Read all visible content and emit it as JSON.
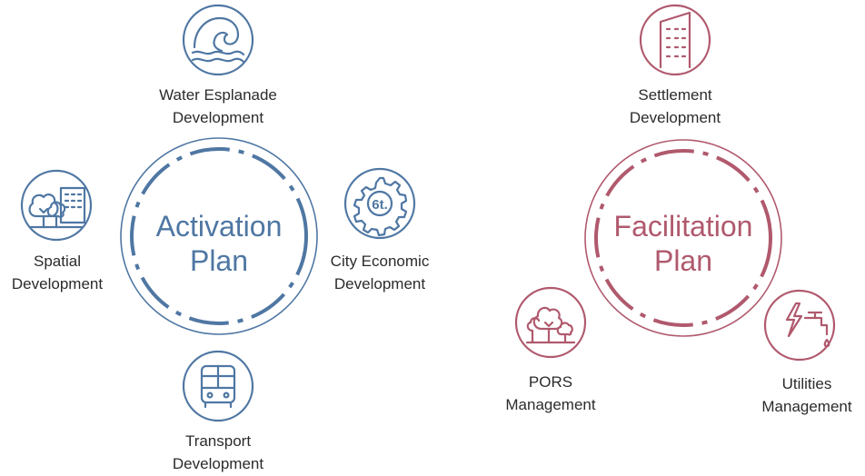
{
  "colors": {
    "blue": "#4f77a3",
    "rose": "#b0596d",
    "text": "#2b2b2b"
  },
  "activation": {
    "title_line1": "Activation",
    "title_line2": "Plan",
    "nodes": {
      "water": {
        "icon": "wave-icon",
        "line1": "Water Esplanade",
        "line2": "Development"
      },
      "spatial": {
        "icon": "trees-building-icon",
        "line1": "Spatial",
        "line2": "Development"
      },
      "city": {
        "icon": "gear-currency-icon",
        "line1": "City Economic",
        "line2": "Development",
        "icon_text": "6t."
      },
      "transport": {
        "icon": "bus-icon",
        "line1": "Transport",
        "line2": "Development"
      }
    }
  },
  "facilitation": {
    "title_line1": "Facilitation",
    "title_line2": "Plan",
    "nodes": {
      "settlement": {
        "icon": "building-icon",
        "line1": "Settlement",
        "line2": "Development"
      },
      "pors": {
        "icon": "trees-icon",
        "line1": "PORS",
        "line2": "Management"
      },
      "utilities": {
        "icon": "lightning-faucet-icon",
        "line1": "Utilities",
        "line2": "Management"
      }
    }
  }
}
